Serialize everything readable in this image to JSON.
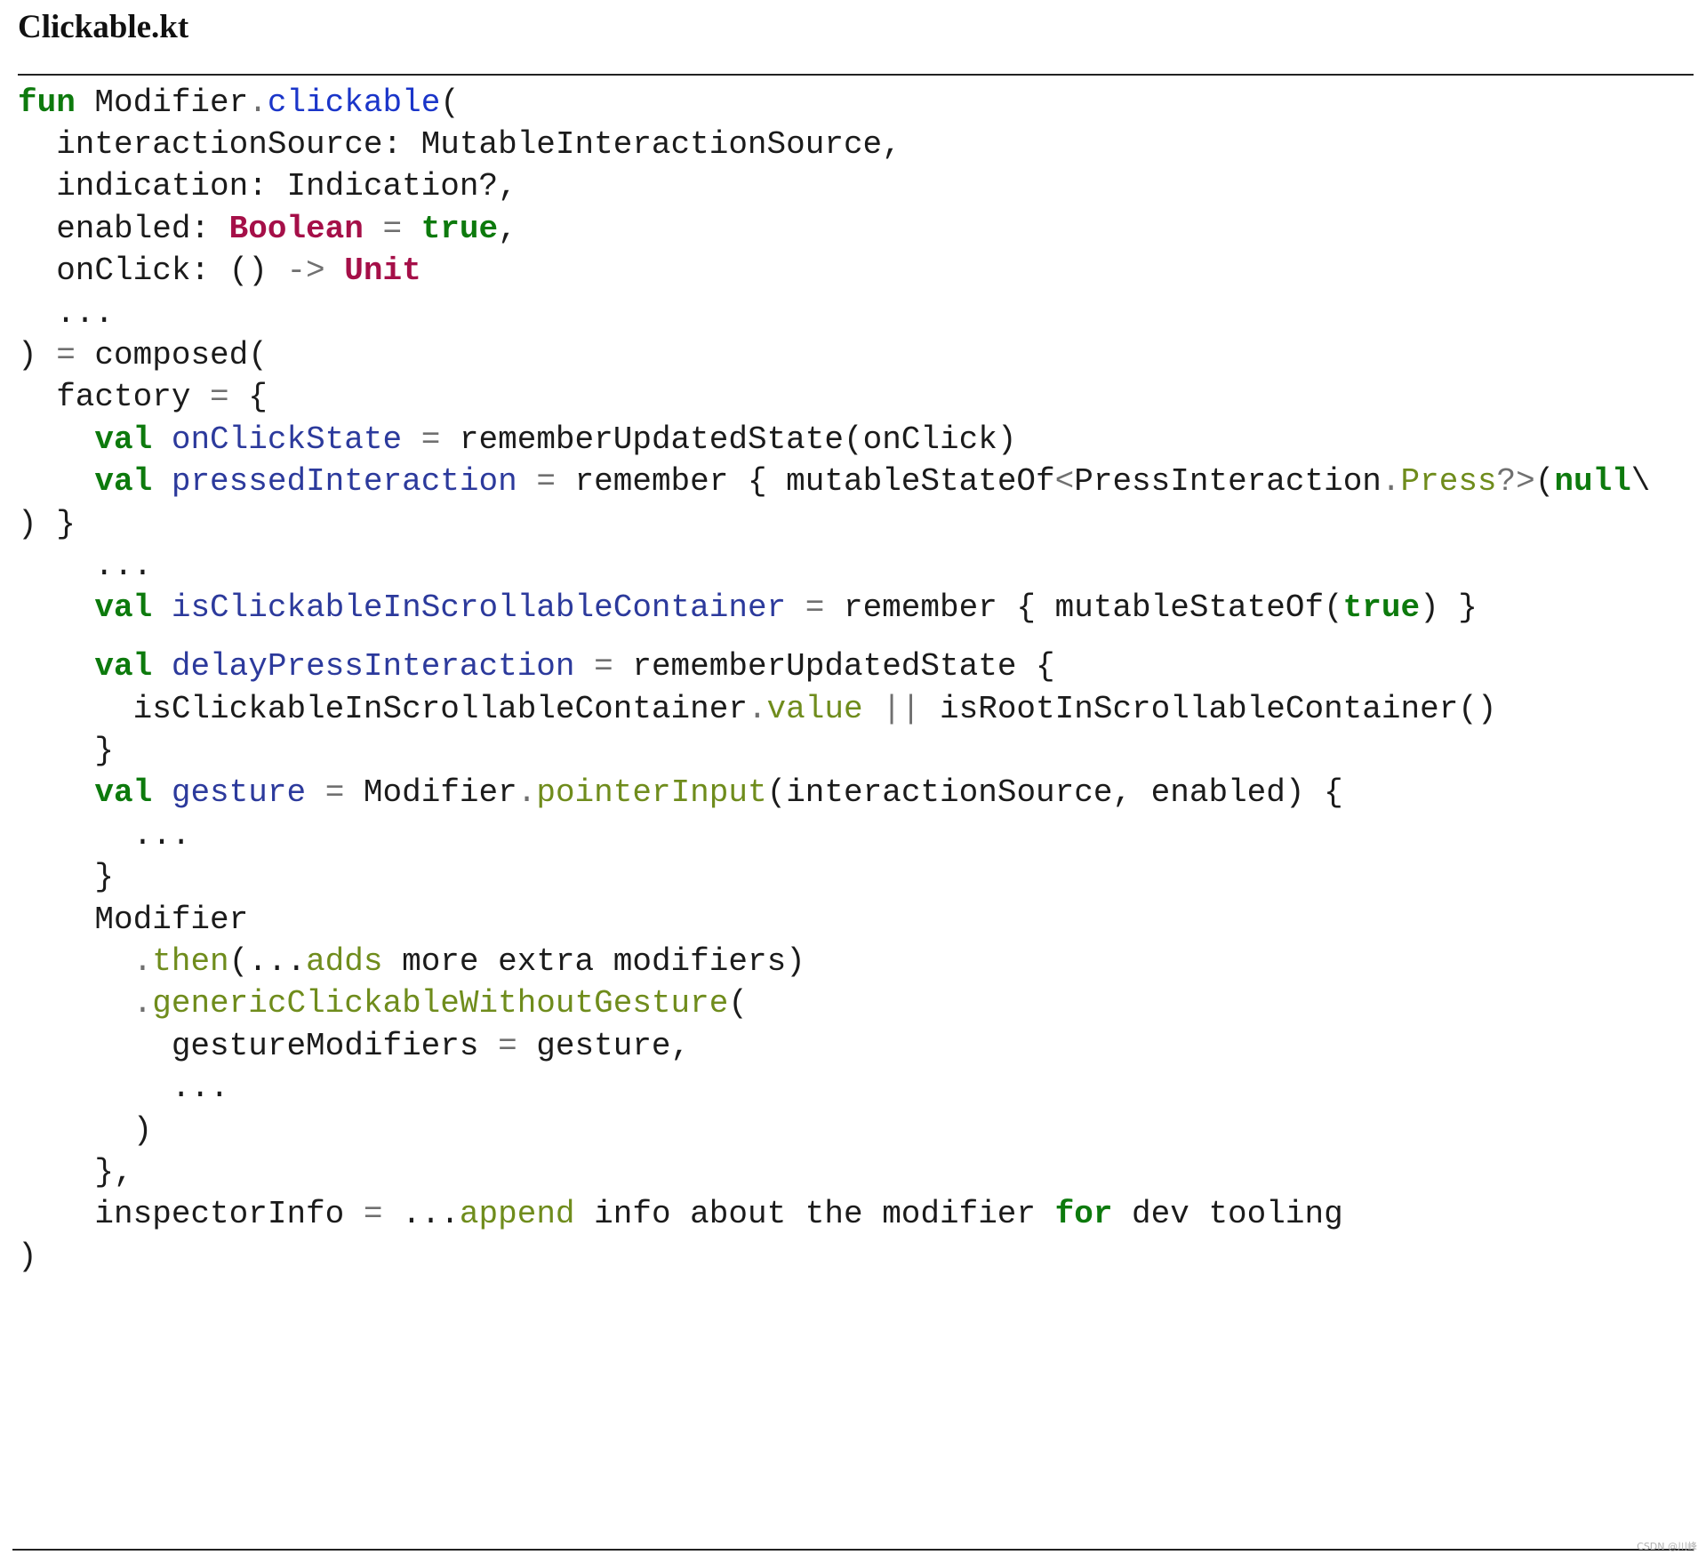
{
  "document": {
    "file_name": "Clickable.kt",
    "watermark": "CSDN @川峰"
  },
  "code_lines": [
    [
      [
        "kw",
        "fun"
      ],
      [
        "pl",
        " Modifier"
      ],
      [
        "op",
        "."
      ],
      [
        "fn",
        "clickable"
      ],
      [
        "pl",
        "("
      ]
    ],
    [
      [
        "pl",
        "  interactionSource: MutableInteractionSource,"
      ]
    ],
    [
      [
        "pl",
        "  indication: Indication?,"
      ]
    ],
    [
      [
        "pl",
        "  enabled: "
      ],
      [
        "ty",
        "Boolean"
      ],
      [
        "pl",
        " "
      ],
      [
        "op",
        "="
      ],
      [
        "pl",
        " "
      ],
      [
        "kw",
        "true"
      ],
      [
        "pl",
        ","
      ]
    ],
    [
      [
        "pl",
        "  onClick: () "
      ],
      [
        "op",
        "->"
      ],
      [
        "pl",
        " "
      ],
      [
        "ty",
        "Unit"
      ]
    ],
    [
      [
        "pl",
        "  ..."
      ]
    ],
    [
      [
        "pl",
        ") "
      ],
      [
        "op",
        "="
      ],
      [
        "pl",
        " composed("
      ]
    ],
    [
      [
        "pl",
        "  factory "
      ],
      [
        "op",
        "="
      ],
      [
        "pl",
        " {"
      ]
    ],
    [
      [
        "pl",
        "    "
      ],
      [
        "kw",
        "val"
      ],
      [
        "pl",
        " "
      ],
      [
        "var",
        "onClickState"
      ],
      [
        "pl",
        " "
      ],
      [
        "op",
        "="
      ],
      [
        "pl",
        " rememberUpdatedState(onClick)"
      ]
    ],
    [
      [
        "pl",
        "    "
      ],
      [
        "kw",
        "val"
      ],
      [
        "pl",
        " "
      ],
      [
        "var",
        "pressedInteraction"
      ],
      [
        "pl",
        " "
      ],
      [
        "op",
        "="
      ],
      [
        "pl",
        " remember { mutableStateOf"
      ],
      [
        "op",
        "<"
      ],
      [
        "pl",
        "PressInteraction"
      ],
      [
        "op",
        "."
      ],
      [
        "mem",
        "Press"
      ],
      [
        "op",
        "?>"
      ],
      [
        "pl",
        "("
      ],
      [
        "kw",
        "null"
      ],
      [
        "pl",
        "\\"
      ]
    ],
    [
      [
        "pl",
        ") }"
      ]
    ],
    [
      [
        "pl",
        "    ..."
      ]
    ],
    [
      [
        "pl",
        "    "
      ],
      [
        "kw",
        "val"
      ],
      [
        "pl",
        " "
      ],
      [
        "var",
        "isClickableInScrollableContainer"
      ],
      [
        "pl",
        " "
      ],
      [
        "op",
        "="
      ],
      [
        "pl",
        " remember { mutableStateOf("
      ],
      [
        "kw",
        "true"
      ],
      [
        "pl",
        ") }"
      ]
    ],
    [
      [
        "pl",
        "    "
      ],
      [
        "kw",
        "val"
      ],
      [
        "pl",
        " "
      ],
      [
        "var",
        "delayPressInteraction"
      ],
      [
        "pl",
        " "
      ],
      [
        "op",
        "="
      ],
      [
        "pl",
        " rememberUpdatedState {"
      ]
    ],
    [
      [
        "pl",
        "      isClickableInScrollableContainer"
      ],
      [
        "op",
        "."
      ],
      [
        "mem",
        "value"
      ],
      [
        "pl",
        " "
      ],
      [
        "op",
        "||"
      ],
      [
        "pl",
        " isRootInScrollableContainer()"
      ]
    ],
    [
      [
        "pl",
        "    }"
      ]
    ],
    [
      [
        "pl",
        "    "
      ],
      [
        "kw",
        "val"
      ],
      [
        "pl",
        " "
      ],
      [
        "var",
        "gesture"
      ],
      [
        "pl",
        " "
      ],
      [
        "op",
        "="
      ],
      [
        "pl",
        " Modifier"
      ],
      [
        "op",
        "."
      ],
      [
        "mem",
        "pointerInput"
      ],
      [
        "pl",
        "(interactionSource, enabled) {"
      ]
    ],
    [
      [
        "pl",
        "      ..."
      ]
    ],
    [
      [
        "pl",
        "    }"
      ]
    ],
    [
      [
        "pl",
        "    Modifier"
      ]
    ],
    [
      [
        "pl",
        "      "
      ],
      [
        "op",
        "."
      ],
      [
        "mem",
        "then"
      ],
      [
        "pl",
        "(..."
      ],
      [
        "mem",
        "adds"
      ],
      [
        "pl",
        " more extra modifiers)"
      ]
    ],
    [
      [
        "pl",
        "      "
      ],
      [
        "op",
        "."
      ],
      [
        "mem",
        "genericClickableWithoutGesture"
      ],
      [
        "pl",
        "("
      ]
    ],
    [
      [
        "pl",
        "        gestureModifiers "
      ],
      [
        "op",
        "="
      ],
      [
        "pl",
        " gesture,"
      ]
    ],
    [
      [
        "pl",
        "        ..."
      ]
    ],
    [
      [
        "pl",
        "      )"
      ]
    ],
    [
      [
        "pl",
        "    },"
      ]
    ],
    [
      [
        "pl",
        "    inspectorInfo "
      ],
      [
        "op",
        "="
      ],
      [
        "pl",
        " ..."
      ],
      [
        "mem",
        "append"
      ],
      [
        "pl",
        " info about the modifier "
      ],
      [
        "kw",
        "for"
      ],
      [
        "pl",
        " dev tooling"
      ]
    ],
    [
      [
        "pl",
        ")"
      ]
    ]
  ],
  "colors": {
    "keyword": "#0d7a0d",
    "function": "#1a35c9",
    "type": "#a50f48",
    "variable": "#2c3a9c",
    "member": "#6f8c1c",
    "operator": "#707070",
    "plain": "#1b1b1b"
  }
}
